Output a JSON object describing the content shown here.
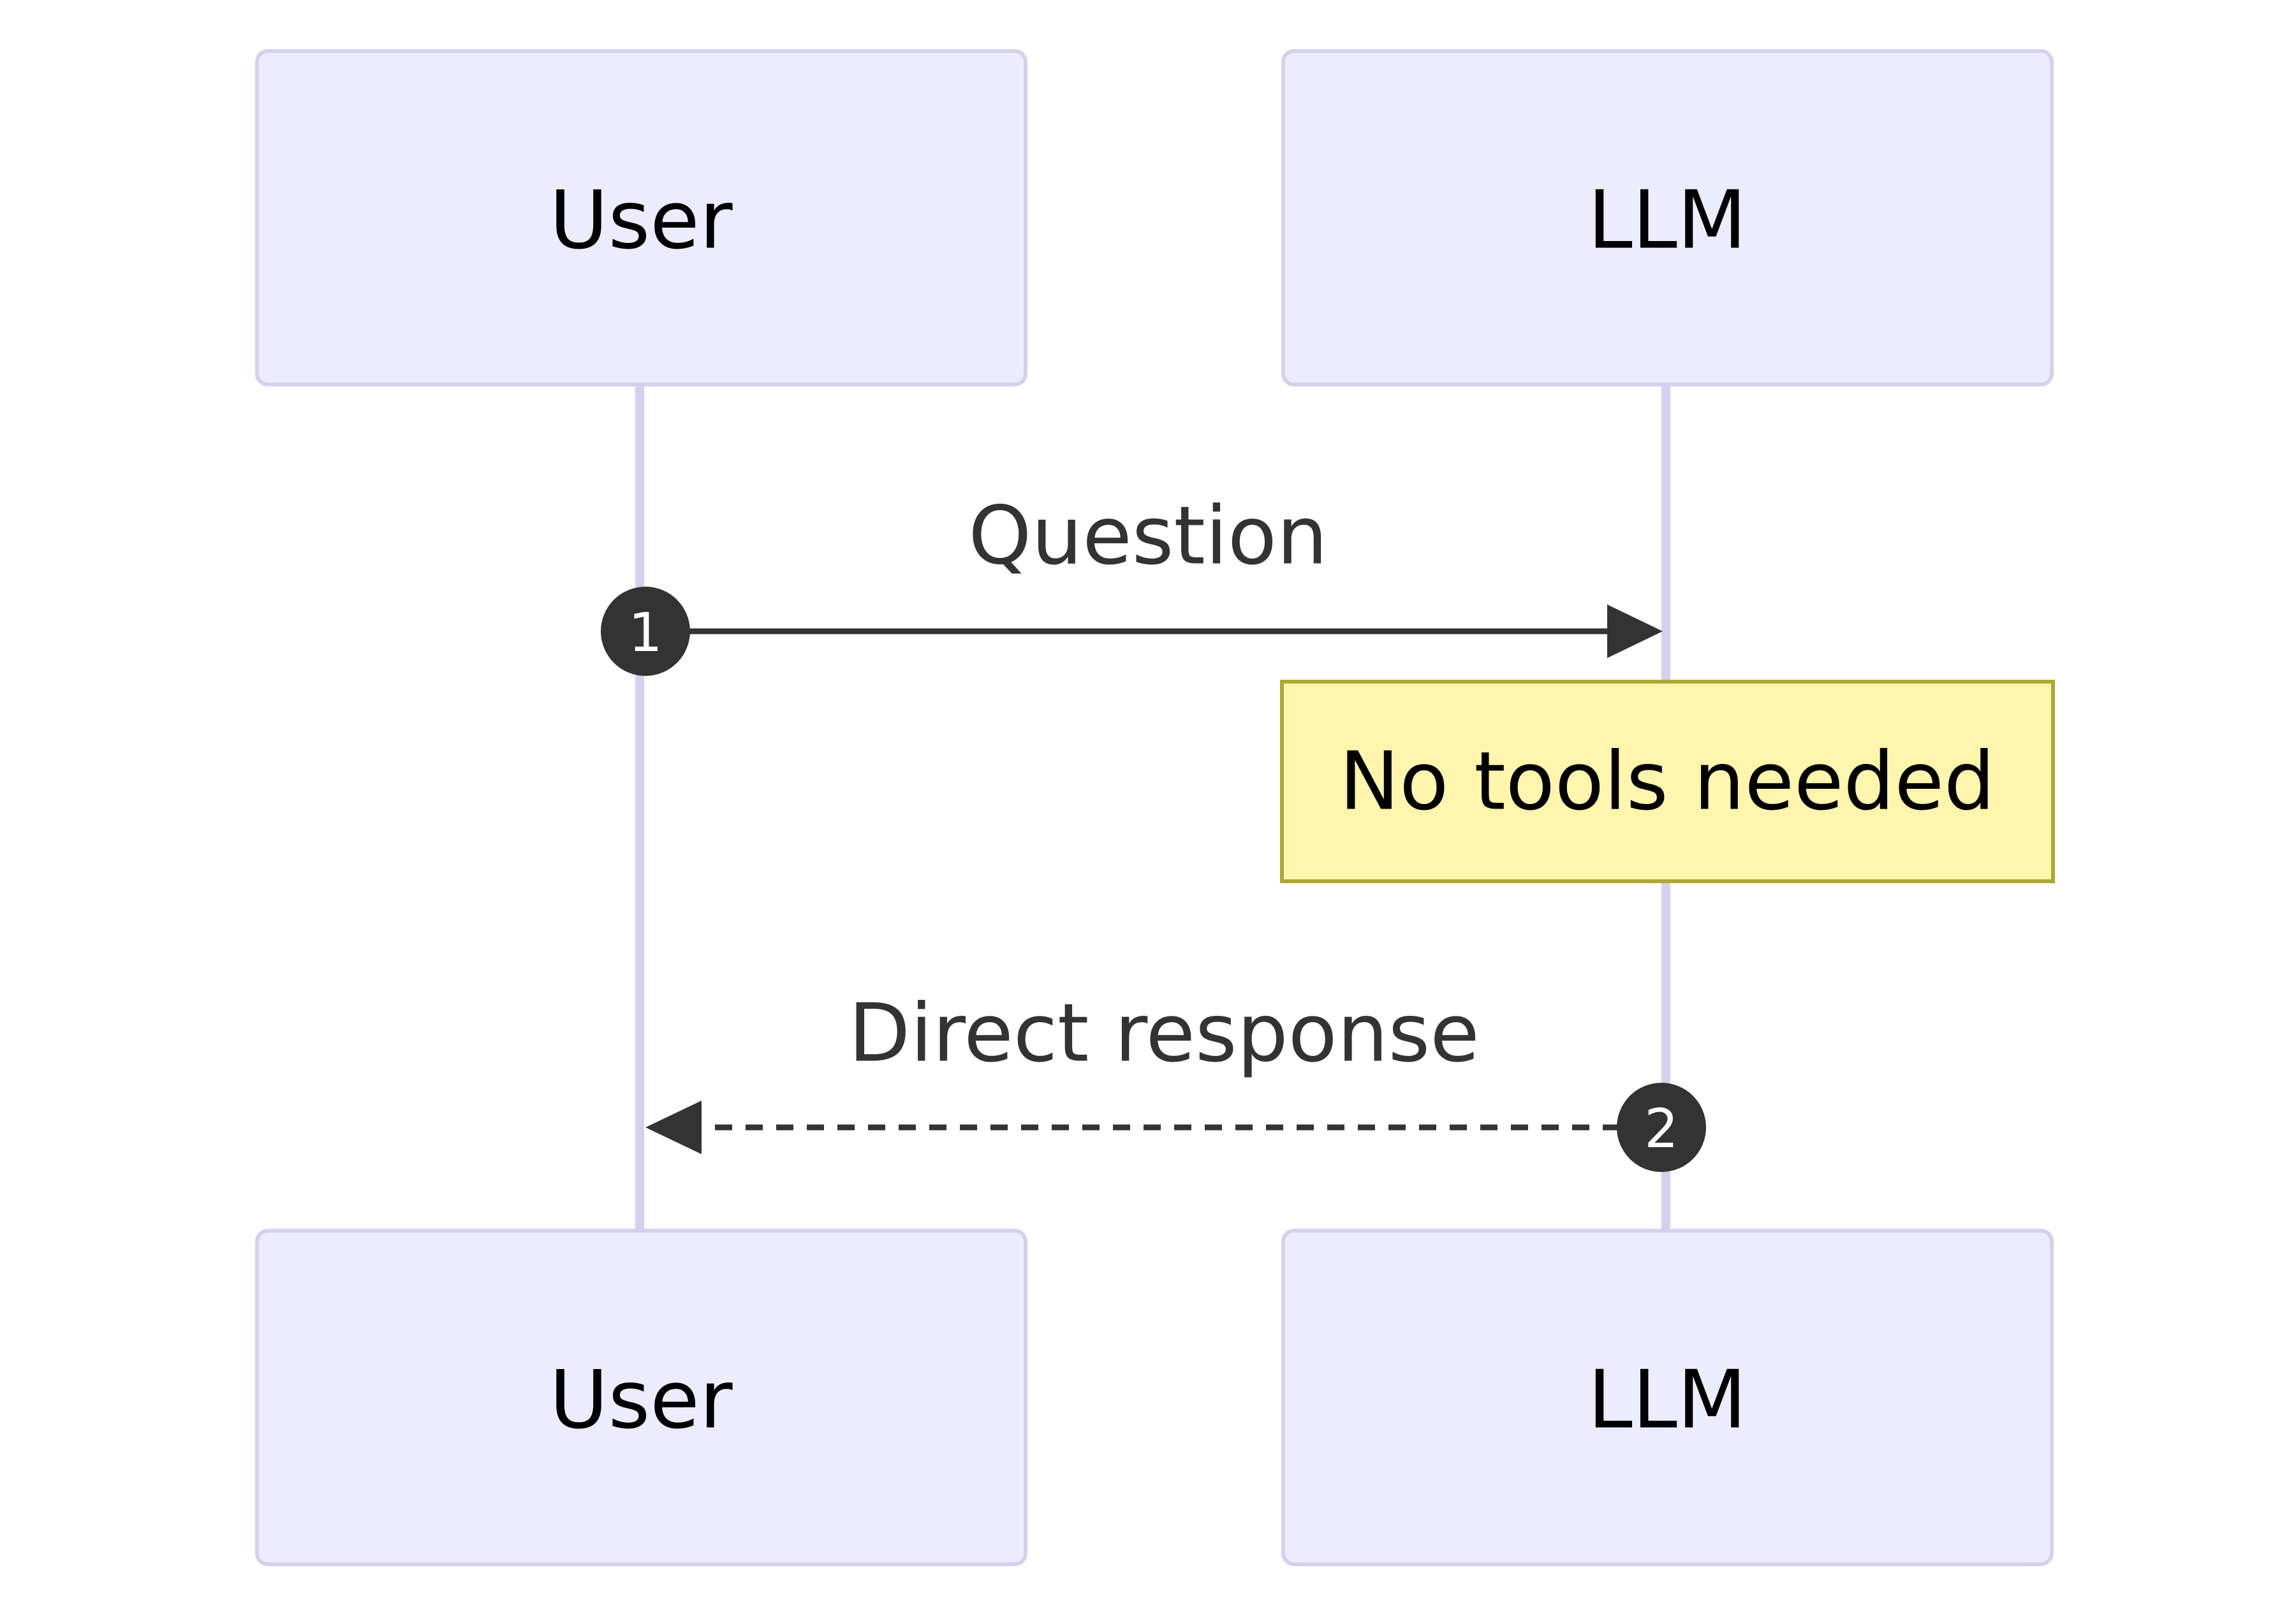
{
  "diagram": {
    "type": "sequence",
    "actors": [
      {
        "id": "user",
        "label": "User"
      },
      {
        "id": "llm",
        "label": "LLM"
      }
    ],
    "messages": [
      {
        "number": "1",
        "from": "user",
        "to": "llm",
        "label": "Question",
        "style": "solid"
      },
      {
        "number": "2",
        "from": "llm",
        "to": "user",
        "label": "Direct response",
        "style": "dashed"
      }
    ],
    "notes": [
      {
        "over": "llm",
        "label": "No tools needed"
      }
    ]
  },
  "colors": {
    "actor_fill": "#ECECFF",
    "actor_stroke": "#D6D0EF",
    "lifeline": "#D6D0EF",
    "arrow": "#333333",
    "note_fill": "#FFF5AD",
    "note_stroke": "#AAAA33",
    "text": "#000000",
    "message_text": "#333333",
    "seq_marker": "#333333"
  }
}
